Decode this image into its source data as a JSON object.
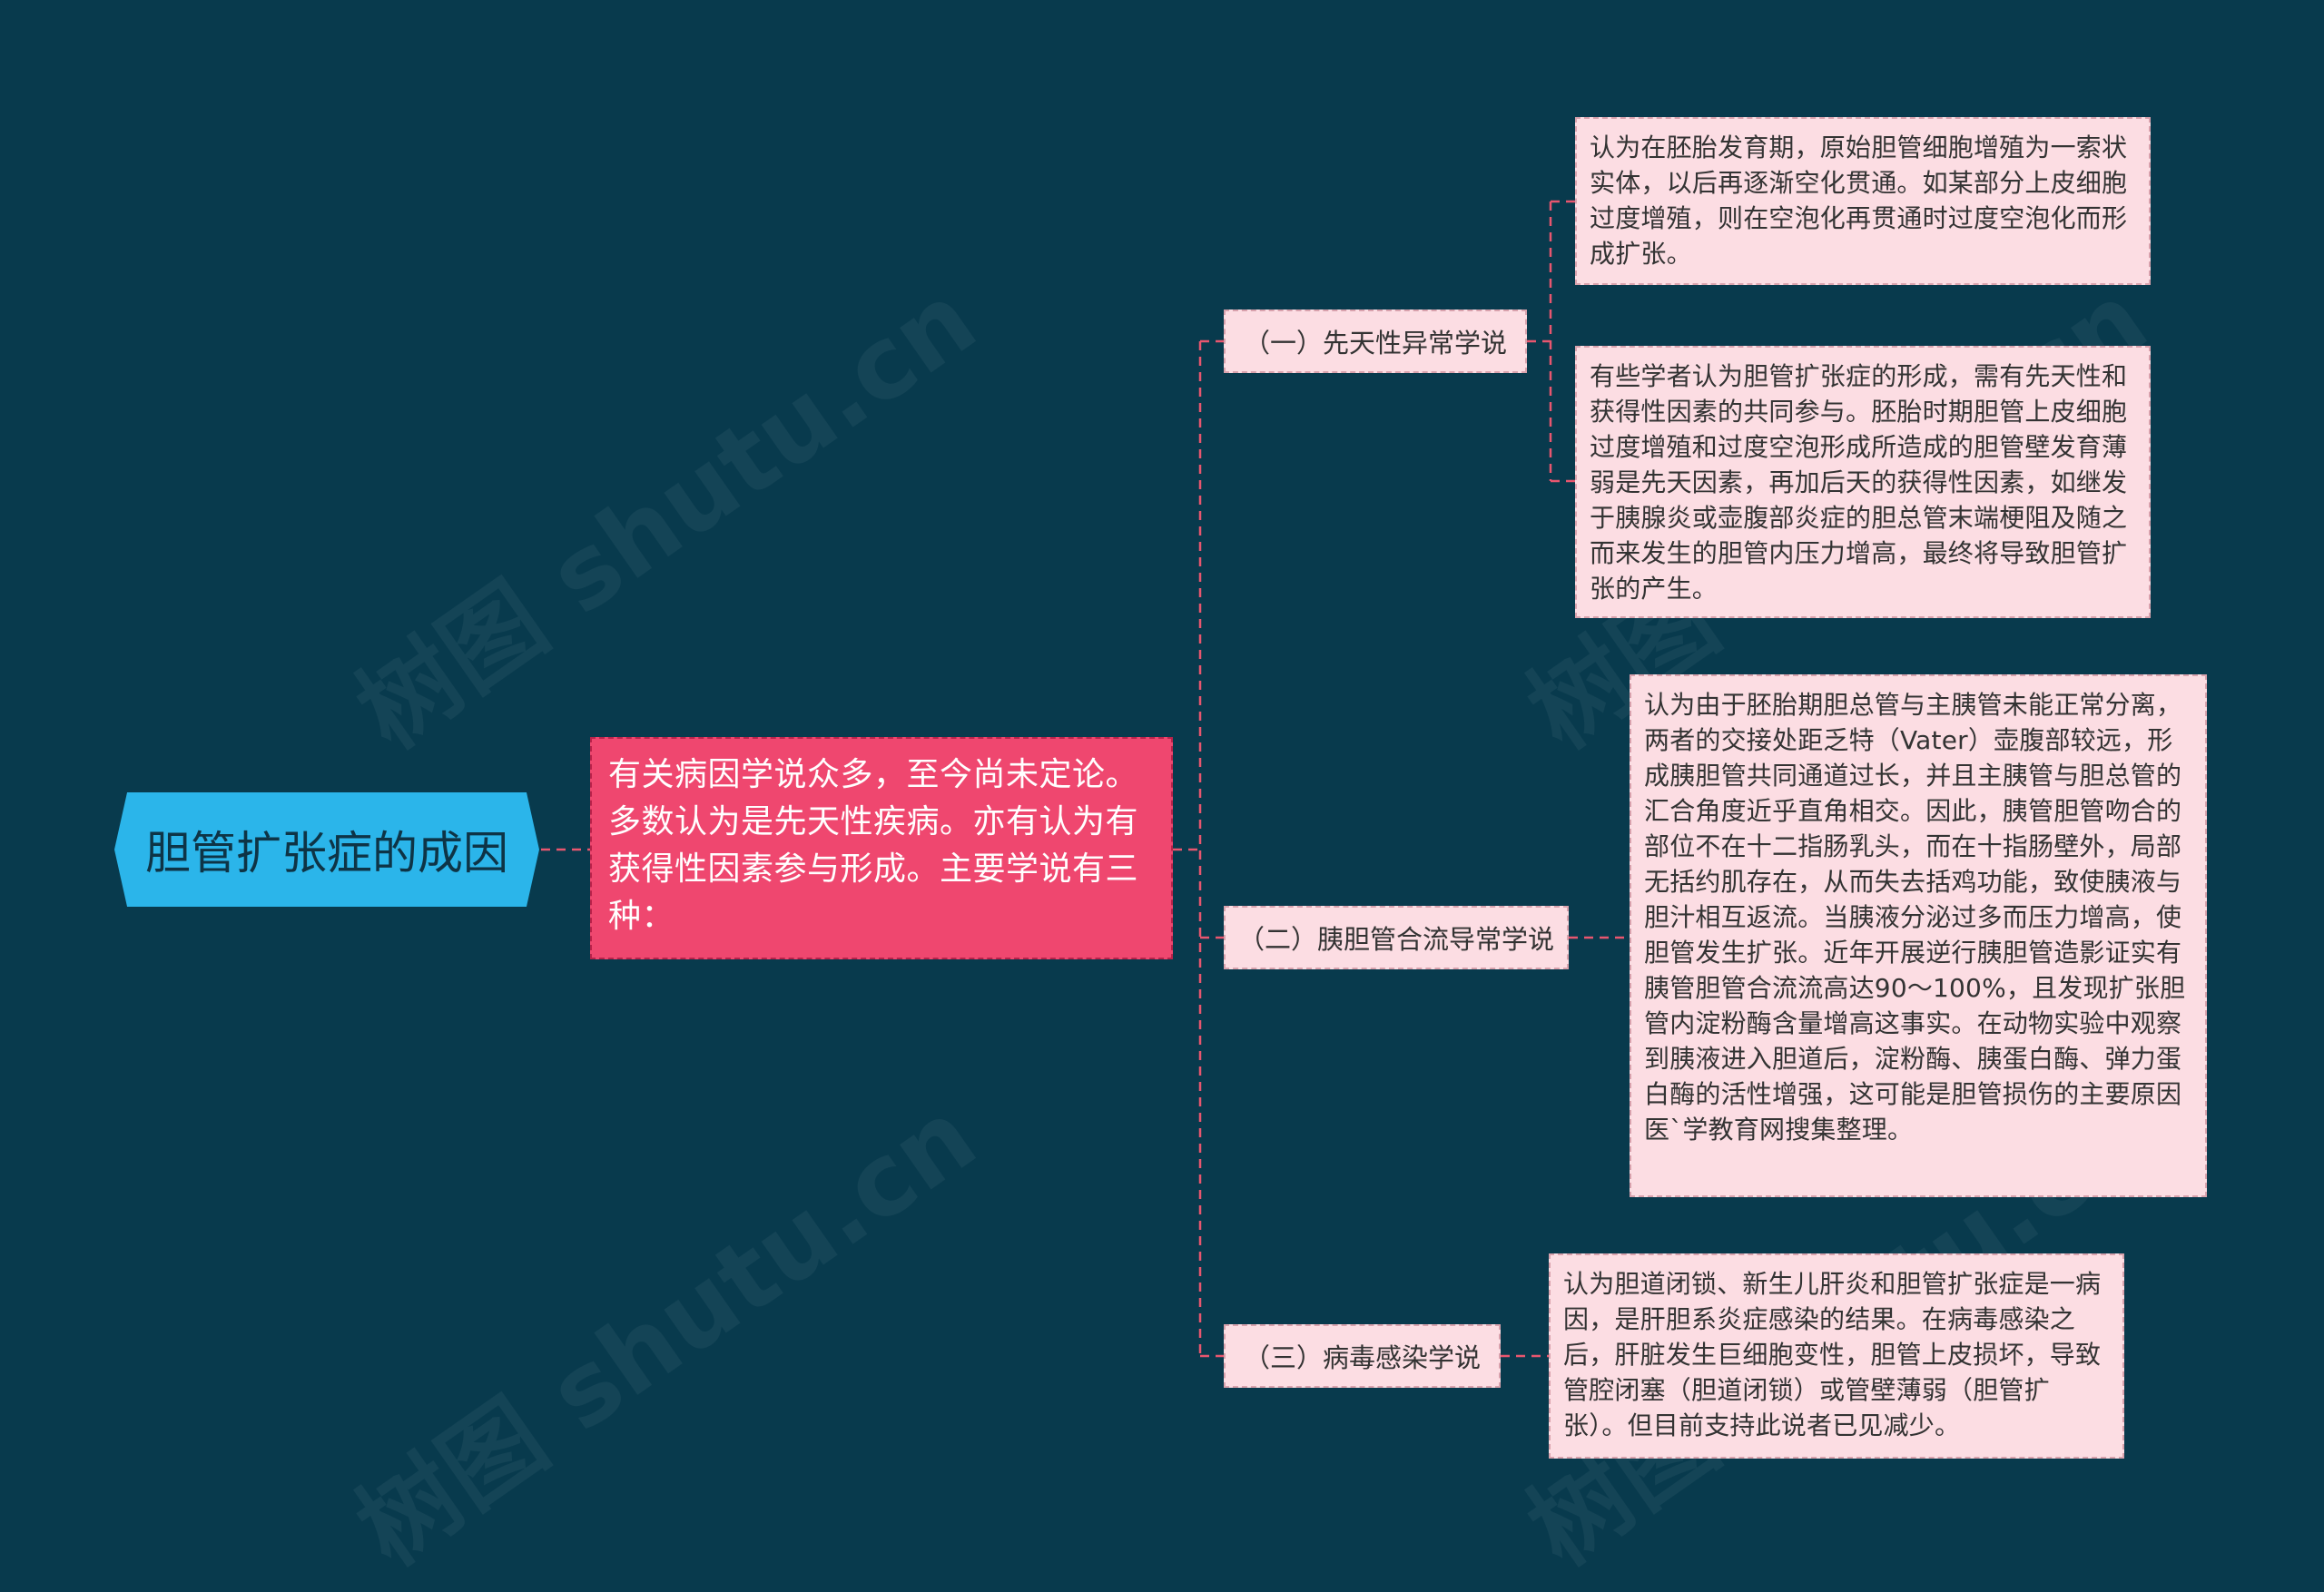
{
  "root": {
    "title": "胆管扩张症的成因"
  },
  "summary": {
    "text": "有关病因学说众多，至今尚未定论。多数认为是先天性疾病。亦有认为有获得性因素参与形成。主要学说有三种："
  },
  "branches": [
    {
      "label": "（一）先天性异常学说",
      "leaves": [
        "认为在胚胎发育期，原始胆管细胞增殖为一索状实体，以后再逐渐空化贯通。如某部分上皮细胞过度增殖，则在空泡化再贯通时过度空泡化而形成扩张。",
        "有些学者认为胆管扩张症的形成，需有先天性和获得性因素的共同参与。胚胎时期胆管上皮细胞过度增殖和过度空泡形成所造成的胆管壁发育薄弱是先天因素，再加后天的获得性因素，如继发于胰腺炎或壶腹部炎症的胆总管末端梗阻及随之而来发生的胆管内压力增高，最终将导致胆管扩张的产生。"
      ]
    },
    {
      "label": "（二）胰胆管合流导常学说",
      "leaves": [
        "认为由于胚胎期胆总管与主胰管未能正常分离，两者的交接处距乏特（Vater）壶腹部较远，形成胰胆管共同通道过长，并且主胰管与胆总管的汇合角度近乎直角相交。因此，胰管胆管吻合的部位不在十二指肠乳头，而在十指肠壁外，局部无括约肌存在，从而失去括鸡功能，致使胰液与胆汁相互返流。当胰液分泌过多而压力增高，使胆管发生扩张。近年开展逆行胰胆管造影证实有胰管胆管合流流高达90～100%，且发现扩张胆管内淀粉酶含量增高这事实。在动物实验中观察到胰液进入胆道后，淀粉酶、胰蛋白酶、弹力蛋白酶的活性增强，这可能是胆管损伤的主要原因医`学教育网搜集整理。"
      ]
    },
    {
      "label": "（三）病毒感染学说",
      "leaves": [
        "认为胆道闭锁、新生儿肝炎和胆管扩张症是一病因，是肝胆系炎症感染的结果。在病毒感染之后，肝脏发生巨细胞变性，胆管上皮损坏，导致管腔闭塞（胆道闭锁）或管壁薄弱（胆管扩张）。但目前支持此说者已见减少。"
      ]
    }
  ],
  "watermark": "树图 shutu.cn",
  "colors": {
    "background": "#083a4d",
    "root": "#2bb5ea",
    "summary": "#ef476f",
    "node": "#fcdde3",
    "connector": "#e8566f"
  }
}
